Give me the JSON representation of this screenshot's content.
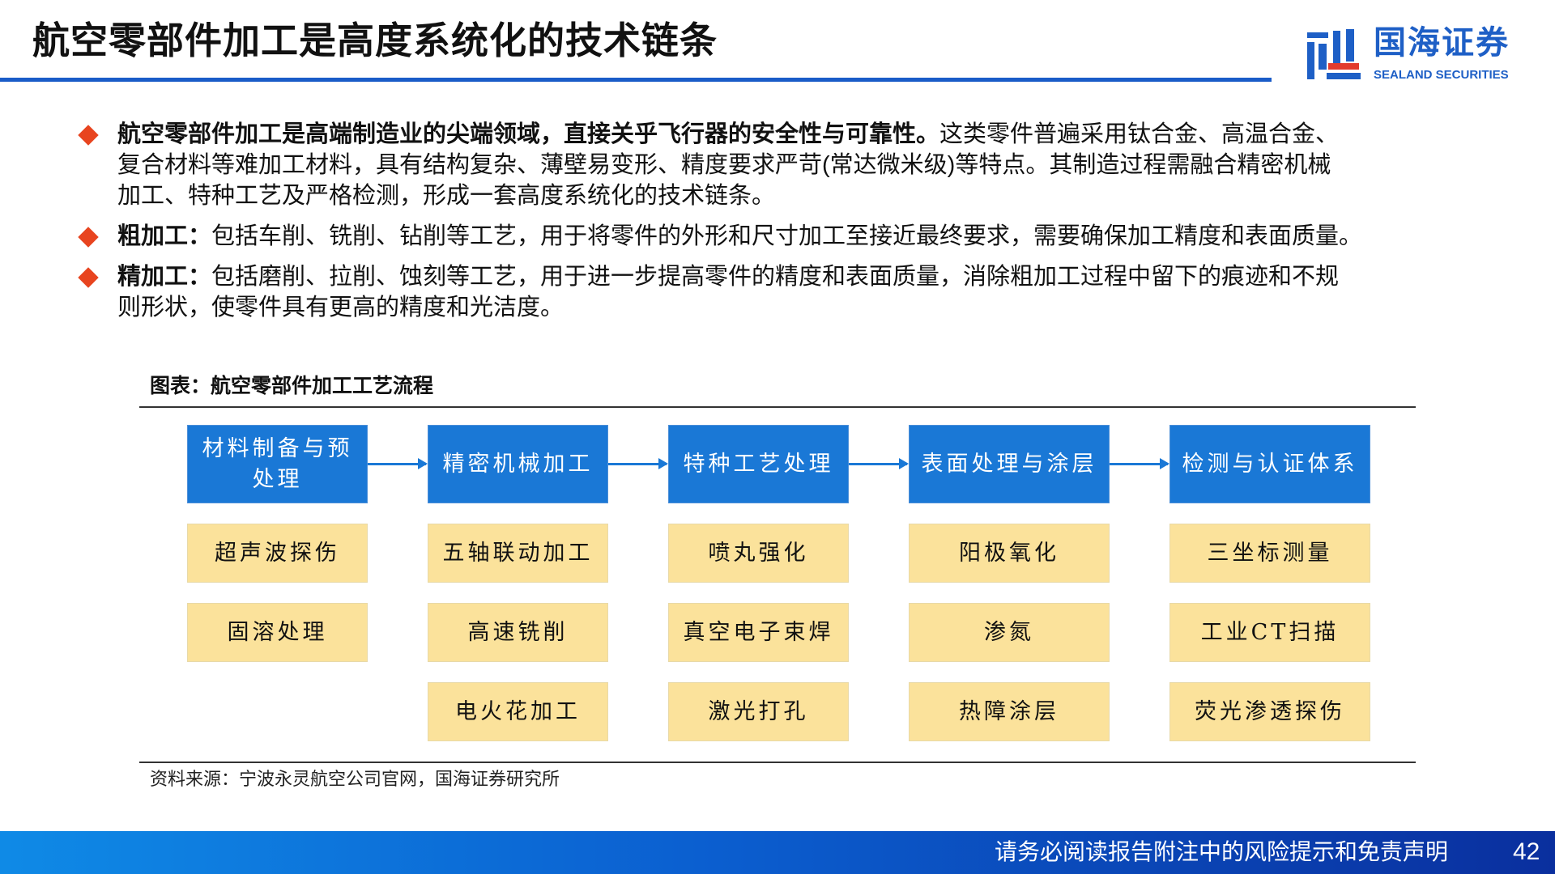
{
  "header": {
    "title": "航空零部件加工是高度系统化的技术链条",
    "logo_cn": "国海证券",
    "logo_en": "SEALAND SECURITIES"
  },
  "bullets": [
    {
      "lines": [
        {
          "bold": "航空零部件加工是高端制造业的尖端领域，直接关乎飞行器的安全性与可靠性。",
          "text": "这类零件普遍采用钛合金、高温合金、"
        },
        {
          "bold": "",
          "text": "复合材料等难加工材料，具有结构复杂、薄壁易变形、精度要求严苛(常达微米级)等特点。其制造过程需融合精密机械"
        },
        {
          "bold": "",
          "text": "加工、特种工艺及严格检测，形成一套高度系统化的技术链条。"
        }
      ]
    },
    {
      "lines": [
        {
          "bold": "粗加工：",
          "text": "包括车削、铣削、钻削等工艺，用于将零件的外形和尺寸加工至接近最终要求，需要确保加工精度和表面质量。"
        }
      ]
    },
    {
      "lines": [
        {
          "bold": "精加工：",
          "text": "包括磨削、拉削、蚀刻等工艺，用于进一步提高零件的精度和表面质量，消除粗加工过程中留下的痕迹和不规"
        },
        {
          "bold": "",
          "text": "则形状，使零件具有更高的精度和光洁度。"
        }
      ]
    }
  ],
  "figure": {
    "caption": "图表：航空零部件加工工艺流程",
    "columns": [
      {
        "stage": "材料制备与预处理",
        "items": [
          "超声波探伤",
          "固溶处理"
        ]
      },
      {
        "stage": "精密机械加工",
        "items": [
          "五轴联动加工",
          "高速铣削",
          "电火花加工"
        ]
      },
      {
        "stage": "特种工艺处理",
        "items": [
          "喷丸强化",
          "真空电子束焊",
          "激光打孔"
        ]
      },
      {
        "stage": "表面处理与涂层",
        "items": [
          "阳极氧化",
          "渗氮",
          "热障涂层"
        ]
      },
      {
        "stage": "检测与认证体系",
        "items": [
          "三坐标测量",
          "工业CT扫描",
          "荧光渗透探伤"
        ]
      }
    ],
    "source": "资料来源：宁波永灵航空公司官网，国海证券研究所"
  },
  "footer": {
    "disclaimer": "请务必阅读报告附注中的风险提示和免责声明",
    "page": "42"
  },
  "colors": {
    "accent": "#1a5cc8",
    "stage": "#1a78d6",
    "item": "#fbe29b",
    "bullet": "#e8441f"
  }
}
